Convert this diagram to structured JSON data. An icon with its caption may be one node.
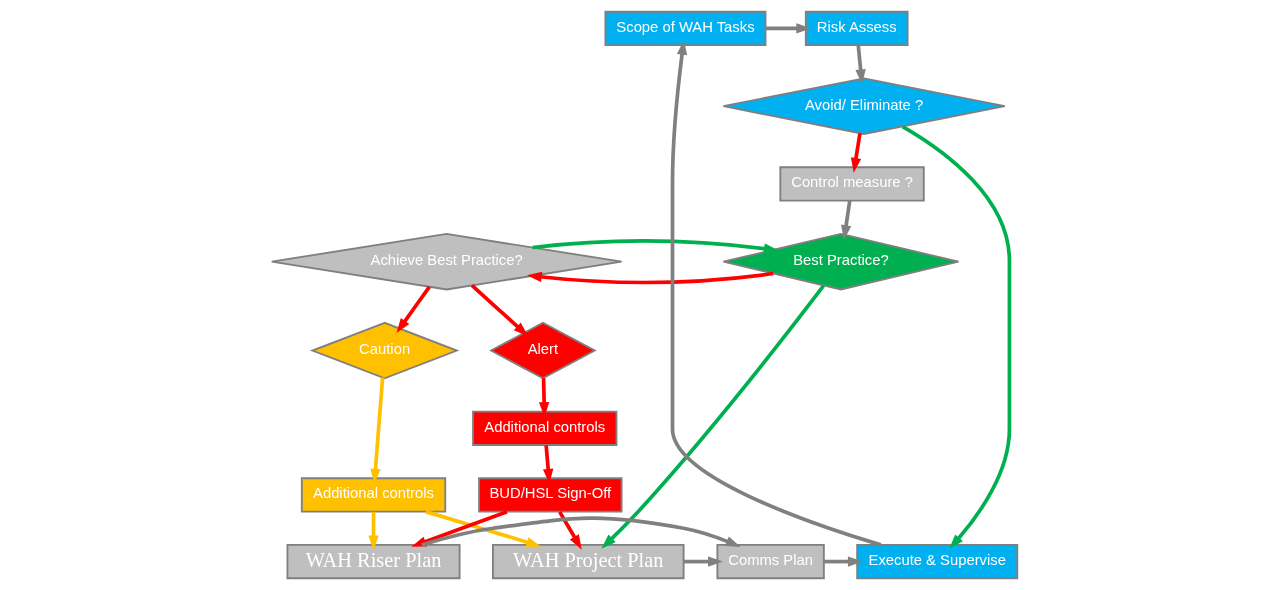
{
  "diagram": {
    "nodes": [
      {
        "text": [
          "Scope of WAH Tasks"
        ]
      },
      {
        "text": [
          "Risk Assess"
        ]
      },
      {
        "text": [
          "Avoid/ Eliminate ?"
        ]
      },
      {
        "text": [
          "Control measure ?"
        ]
      },
      {
        "text": [
          "Best Practice?"
        ]
      },
      {
        "text": [
          "Achieve Best Practice?"
        ]
      },
      {
        "text": [
          "Caution"
        ]
      },
      {
        "text": [
          "Alert"
        ]
      },
      {
        "text": [
          "Additional controls"
        ]
      },
      {
        "text": [
          "Additional controls"
        ]
      },
      {
        "text": [
          "BUD/HSL Sign-Off"
        ]
      },
      {
        "text": [
          "WAH Project Plan"
        ]
      },
      {
        "text": [
          "WAH Riser Plan"
        ]
      },
      {
        "text": [
          "Execute & Supervise"
        ]
      },
      {
        "text": [
          "Comms Plan"
        ]
      }
    ],
    "edges": [
      {
        "from": 0,
        "to": 1,
        "arrow": "to",
        "color": "#808080"
      },
      {
        "from": 1,
        "to": 2,
        "arrow": "to",
        "color": "#808080"
      },
      {
        "from": 2,
        "to": 3,
        "arrow": "to",
        "color": "#ff0000"
      },
      {
        "from": 2,
        "to": 13,
        "arrow": "to",
        "color": "#00b050"
      },
      {
        "from": 3,
        "to": 4,
        "arrow": "to",
        "color": "#808080"
      },
      {
        "from": 4,
        "to": 5,
        "arrow": "to",
        "color": "#ff0000"
      },
      {
        "from": 5,
        "to": 4,
        "arrow": "to",
        "color": "#00b050"
      },
      {
        "from": 4,
        "to": 11,
        "arrow": "to",
        "color": "#00b050"
      },
      {
        "from": 5,
        "to": 6,
        "arrow": "to",
        "color": "#ff0000"
      },
      {
        "from": 5,
        "to": 7,
        "arrow": "to",
        "color": "#ff0000"
      },
      {
        "from": 6,
        "to": 8,
        "arrow": "to",
        "color": "#ffc000"
      },
      {
        "from": 7,
        "to": 9,
        "arrow": "to",
        "color": "#ff0000"
      },
      {
        "from": 9,
        "to": 10,
        "arrow": "to",
        "color": "#ff0000"
      },
      {
        "from": 8,
        "to": 11,
        "arrow": "to",
        "color": "#ffc000"
      },
      {
        "from": 8,
        "to": 12,
        "arrow": "to",
        "color": "#ffc000"
      },
      {
        "from": 10,
        "to": 11,
        "arrow": "to",
        "color": "#ff0000"
      },
      {
        "from": 10,
        "to": 12,
        "arrow": "to",
        "color": "#ff0000"
      },
      {
        "from": 11,
        "to": 14,
        "arrow": "to",
        "color": "#808080"
      },
      {
        "from": 12,
        "to": 14,
        "arrow": "to",
        "color": "#808080"
      },
      {
        "from": 14,
        "to": 13,
        "arrow": "to",
        "color": "#808080"
      },
      {
        "from": 13,
        "to": 0,
        "arrow": "to",
        "color": "#808080"
      }
    ]
  }
}
